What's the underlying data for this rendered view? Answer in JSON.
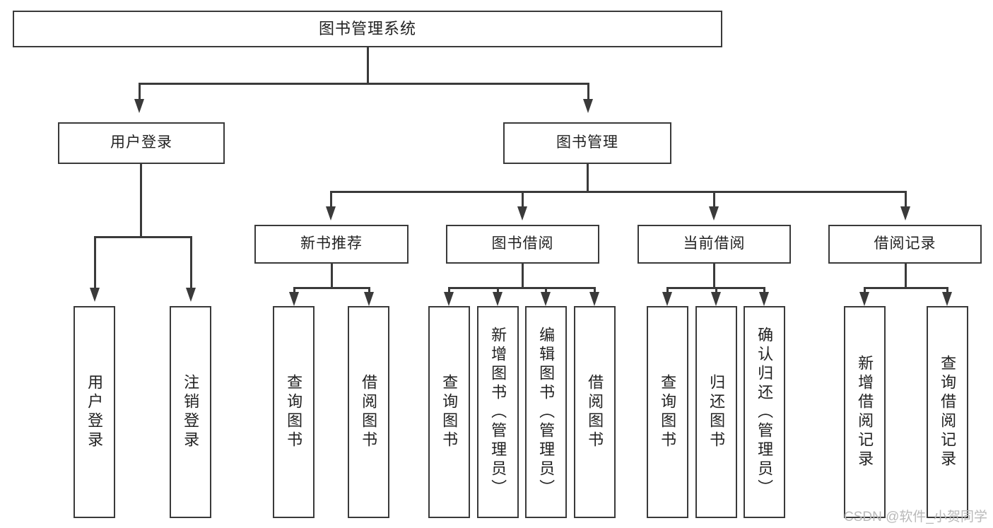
{
  "diagram": {
    "title": "图书管理系统",
    "type": "tree-structure-chart",
    "watermark": "CSDN @软件_小贺同学"
  },
  "nodes": {
    "root": {
      "label": "图书管理系统"
    },
    "level1": [
      {
        "id": "user-login",
        "label": "用户登录"
      },
      {
        "id": "book-manage",
        "label": "图书管理"
      }
    ],
    "level2": [
      {
        "id": "new-book-rec",
        "label": "新书推荐"
      },
      {
        "id": "book-borrow",
        "label": "图书借阅"
      },
      {
        "id": "current-borrow",
        "label": "当前借阅"
      },
      {
        "id": "borrow-record",
        "label": "借阅记录"
      }
    ],
    "leaves": {
      "user_login": [
        {
          "id": "leaf-user-login",
          "label": "用户登录"
        },
        {
          "id": "leaf-user-logout",
          "label": "注销登录"
        }
      ],
      "new_book_rec": [
        {
          "id": "leaf-query-book-1",
          "label": "查询图书"
        },
        {
          "id": "leaf-borrow-book-1",
          "label": "借阅图书"
        }
      ],
      "book_borrow": [
        {
          "id": "leaf-query-book-2",
          "label": "查询图书"
        },
        {
          "id": "leaf-add-book",
          "label": "新增图书（管理员）"
        },
        {
          "id": "leaf-edit-book",
          "label": "编辑图书（管理员）"
        },
        {
          "id": "leaf-borrow-book-2",
          "label": "借阅图书"
        }
      ],
      "current_borrow": [
        {
          "id": "leaf-query-book-3",
          "label": "查询图书"
        },
        {
          "id": "leaf-return-book",
          "label": "归还图书"
        },
        {
          "id": "leaf-confirm-return",
          "label": "确认归还（管理员）"
        }
      ],
      "borrow_record": [
        {
          "id": "leaf-add-record",
          "label": "新增借阅记录"
        },
        {
          "id": "leaf-query-record",
          "label": "查询借阅记录"
        }
      ]
    }
  },
  "colors": {
    "stroke": "#3a3a3a",
    "text": "#222222",
    "background": "#ffffff",
    "watermark": "#b9b9b9"
  }
}
